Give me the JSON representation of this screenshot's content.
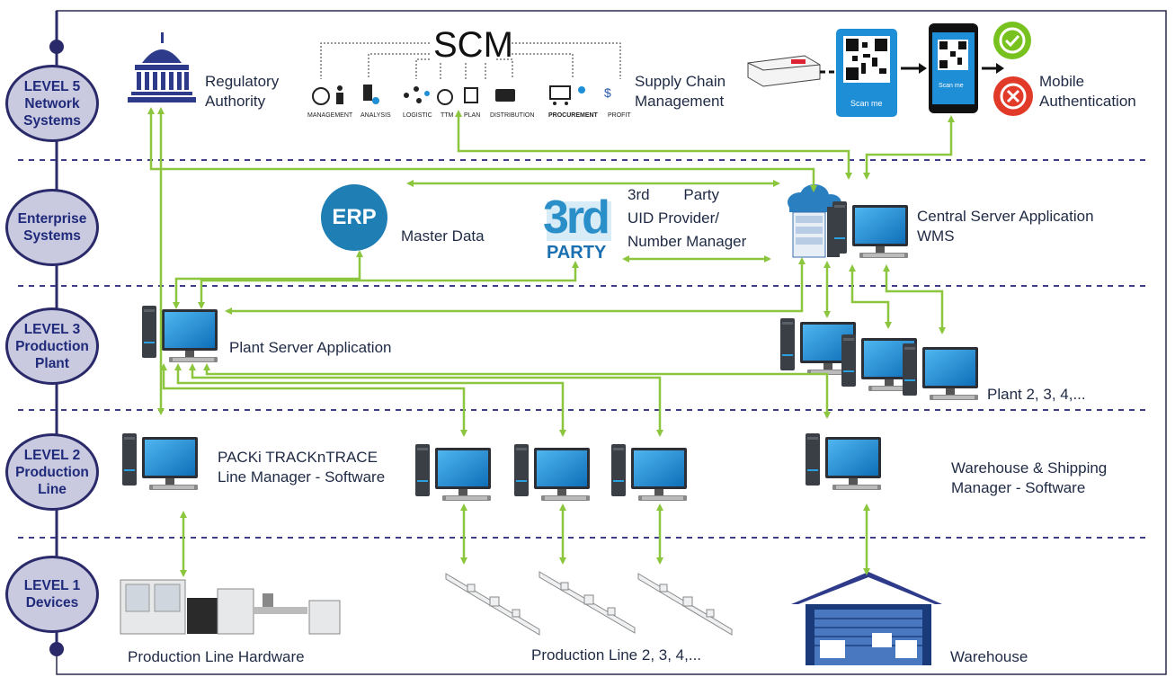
{
  "levels": [
    {
      "id": "level5",
      "label": "LEVEL 5\nNetwork\nSystems"
    },
    {
      "id": "enterprise",
      "label": "Enterprise\nSystems"
    },
    {
      "id": "level3",
      "label": "LEVEL 3\nProduction\nPlant"
    },
    {
      "id": "level2",
      "label": "LEVEL 2\nProduction\nLine"
    },
    {
      "id": "level1",
      "label": "LEVEL 1\nDevices"
    }
  ],
  "nodes": {
    "regulatory": "Regulatory\nAuthority",
    "scm_title": "SCM",
    "scm_items": [
      "MANAGEMENT",
      "ANALYSIS",
      "LOGISTIC",
      "TTM",
      "PLAN",
      "DISTRIBUTION",
      "PROCUREMENT",
      "PROFIT"
    ],
    "supply_chain": "Supply Chain\nManagement",
    "scan_label": "Scan me",
    "mobile_auth": "Mobile\nAuthentication",
    "erp_logo": "ERP",
    "master_data": "Master Data",
    "third_party_logo_num": "3rd",
    "third_party_logo_word": "PARTY",
    "third_party_line1": "3rd        Party",
    "third_party_line2": "UID Provider/",
    "third_party_line3": "Number Manager",
    "central_server": "Central Server Application\nWMS",
    "plant_server": "Plant Server Application",
    "plant_n": "Plant 2, 3, 4,...",
    "line_manager": "PACKi TRACKnTRACE\nLine Manager - Software",
    "warehouse_manager": "Warehouse & Shipping\nManager - Software",
    "production_hw": "Production Line Hardware",
    "production_lines": "Production Line 2, 3, 4,...",
    "warehouse": "Warehouse"
  },
  "colors": {
    "arrow": "#8cc63f",
    "level_fill": "#c9c9e0",
    "level_border": "#2a2a6a",
    "level_text": "#1f2a7a",
    "monitor": "#1e8fd6",
    "divider": "#3d3d8a",
    "erp": "#1f7fb5",
    "third_party": "#2a8fc8"
  }
}
